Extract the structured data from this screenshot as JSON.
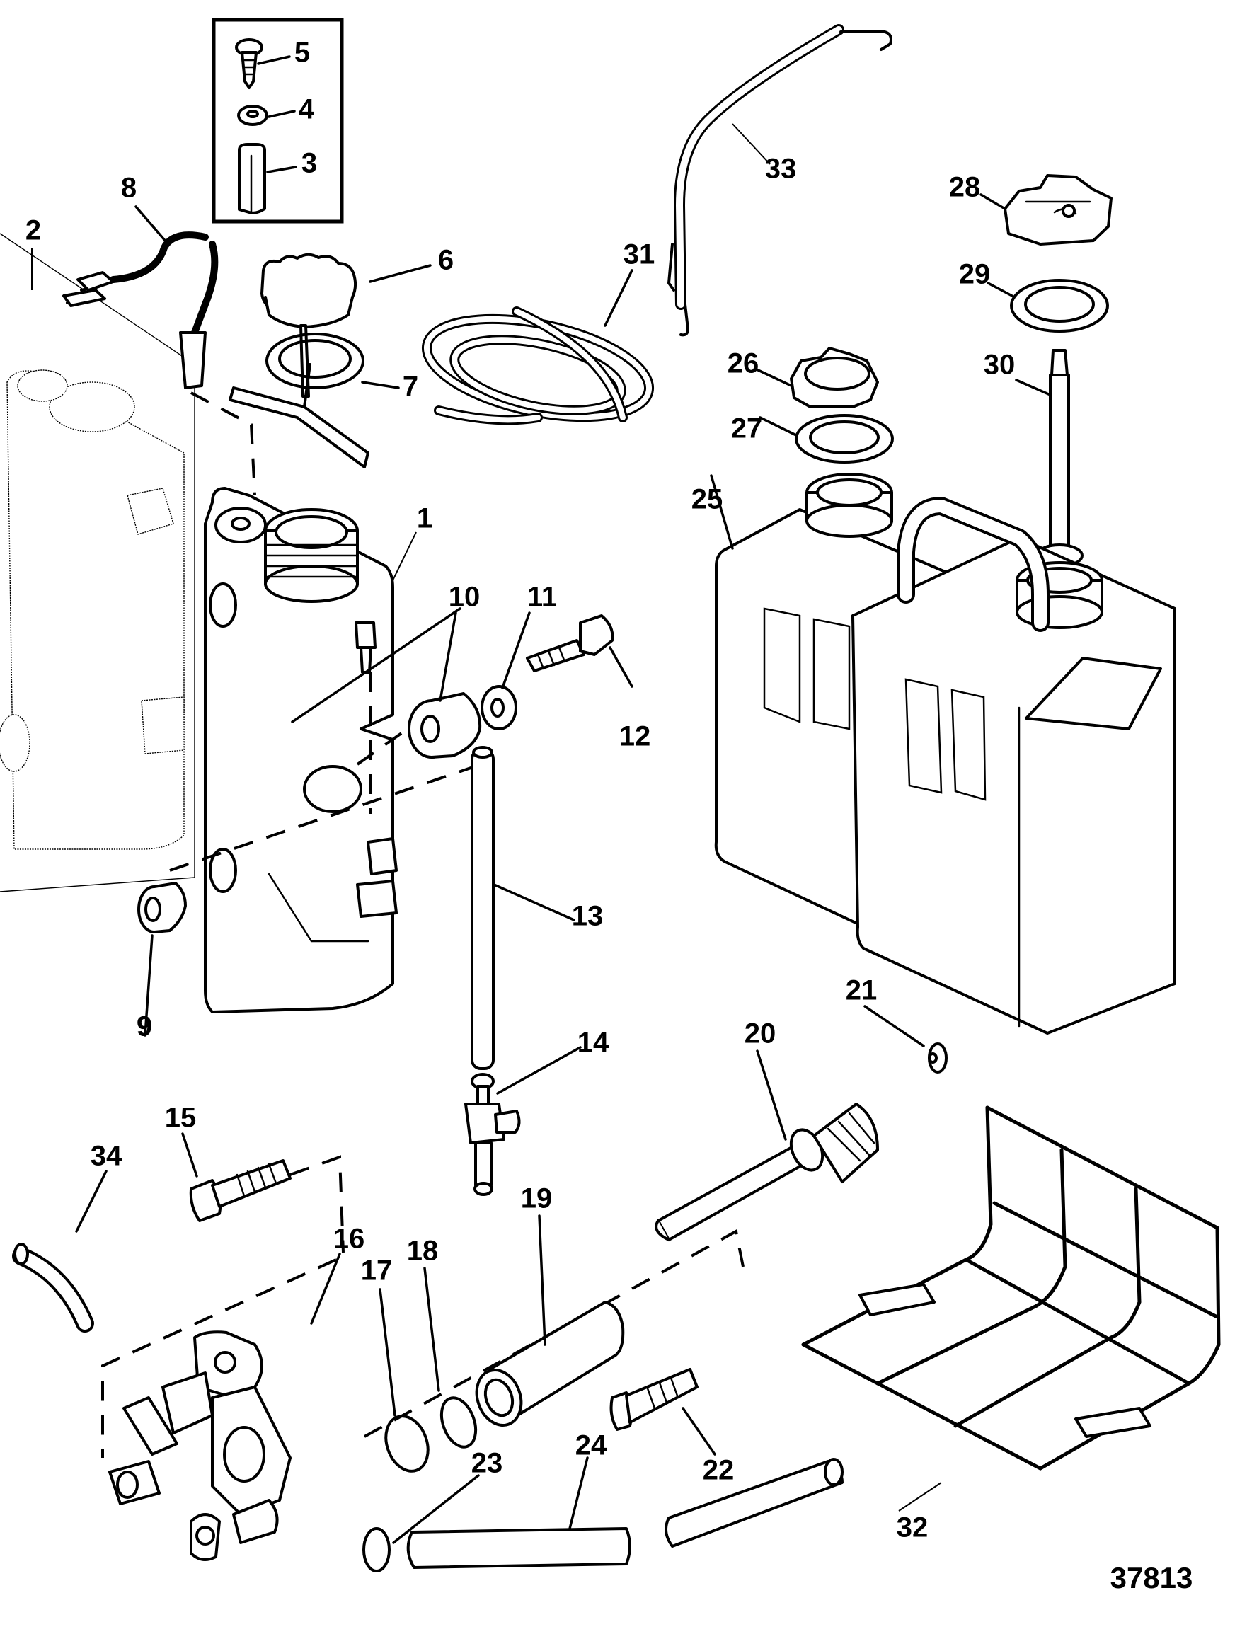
{
  "figure": {
    "type": "exploded-parts-diagram",
    "figure_number": "37813",
    "line_color": "#000000",
    "background": "#ffffff"
  },
  "callouts": [
    {
      "id": "1",
      "part": "oil-reservoir"
    },
    {
      "id": "2",
      "part": "reservoir-ghost-outline"
    },
    {
      "id": "3",
      "part": "sleeve"
    },
    {
      "id": "4",
      "part": "washer"
    },
    {
      "id": "5",
      "part": "screw"
    },
    {
      "id": "6",
      "part": "reservoir-cap"
    },
    {
      "id": "7",
      "part": "cap-gasket-retainer"
    },
    {
      "id": "8",
      "part": "sensor-wire-lead"
    },
    {
      "id": "9",
      "part": "grommet"
    },
    {
      "id": "10",
      "part": "grommet"
    },
    {
      "id": "11",
      "part": "washer"
    },
    {
      "id": "12",
      "part": "bolt"
    },
    {
      "id": "13",
      "part": "hose"
    },
    {
      "id": "14",
      "part": "fitting"
    },
    {
      "id": "15",
      "part": "bolt"
    },
    {
      "id": "16",
      "part": "oil-pump"
    },
    {
      "id": "17",
      "part": "o-ring"
    },
    {
      "id": "18",
      "part": "o-ring"
    },
    {
      "id": "19",
      "part": "bushing"
    },
    {
      "id": "20",
      "part": "driven-gear-shaft"
    },
    {
      "id": "21",
      "part": "retainer"
    },
    {
      "id": "22",
      "part": "bolt"
    },
    {
      "id": "23",
      "part": "hose-clamp"
    },
    {
      "id": "24",
      "part": "hose"
    },
    {
      "id": "25",
      "part": "remote-oil-tank"
    },
    {
      "id": "26",
      "part": "tank-cap"
    },
    {
      "id": "27",
      "part": "gasket"
    },
    {
      "id": "28",
      "part": "pickup-cap"
    },
    {
      "id": "29",
      "part": "gasket"
    },
    {
      "id": "30",
      "part": "pickup-tube"
    },
    {
      "id": "31",
      "part": "hose"
    },
    {
      "id": "32",
      "part": "tank-bracket"
    },
    {
      "id": "33",
      "part": "tie-down-strap"
    },
    {
      "id": "34",
      "part": "hose"
    }
  ]
}
